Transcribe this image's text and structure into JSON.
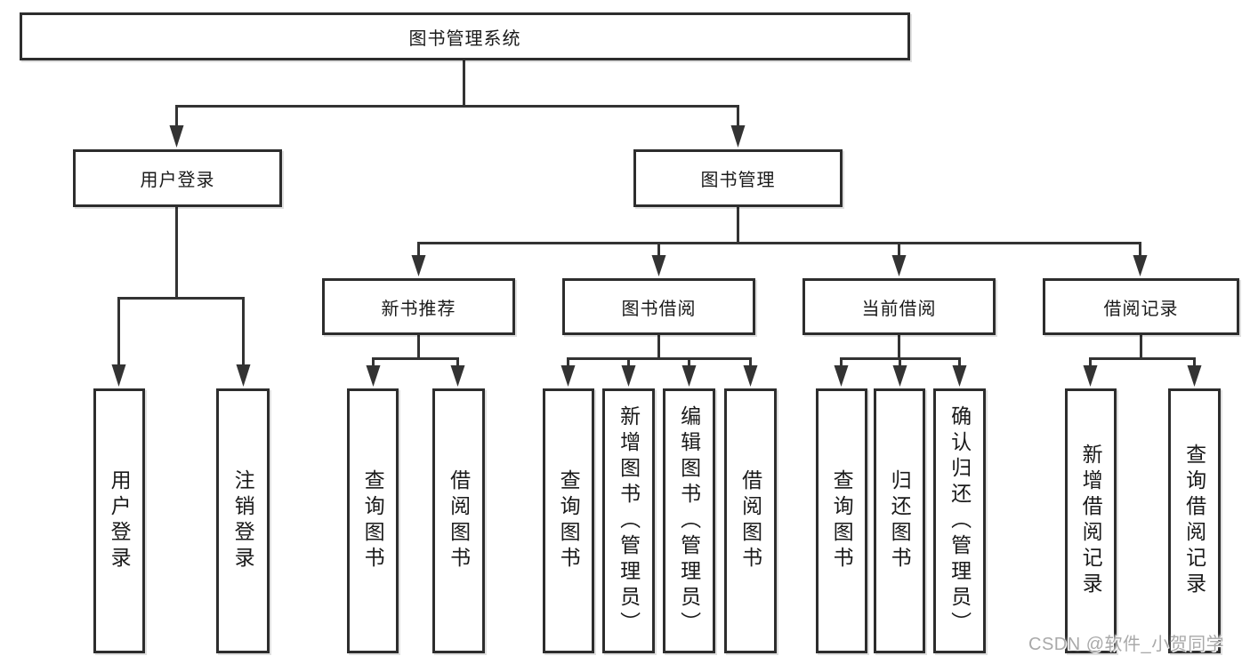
{
  "diagram": {
    "tree": {
      "label": "图书管理系统",
      "children": [
        {
          "label": "用户登录",
          "children": [
            {
              "label": "用户登录"
            },
            {
              "label": "注销登录"
            }
          ]
        },
        {
          "label": "图书管理",
          "children": [
            {
              "label": "新书推荐",
              "children": [
                {
                  "label": "查询图书"
                },
                {
                  "label": "借阅图书"
                }
              ]
            },
            {
              "label": "图书借阅",
              "children": [
                {
                  "label": "查询图书"
                },
                {
                  "label": "新增图书（管理员）"
                },
                {
                  "label": "编辑图书（管理员）"
                },
                {
                  "label": "借阅图书"
                }
              ]
            },
            {
              "label": "当前借阅",
              "children": [
                {
                  "label": "查询图书"
                },
                {
                  "label": "归还图书"
                },
                {
                  "label": "确认归还（管理员）"
                }
              ]
            },
            {
              "label": "借阅记录",
              "children": [
                {
                  "label": "新增借阅记录"
                },
                {
                  "label": "查询借阅记录"
                }
              ]
            }
          ]
        }
      ]
    },
    "colors": {
      "line": "#333333",
      "box_border": "#2d2d2d",
      "box_fill": "#ffffff",
      "text": "#1a1a1a",
      "background": "#ffffff",
      "watermark": "#a9a9a9"
    }
  },
  "watermark": {
    "text": "CSDN @软件_小贺同学"
  }
}
